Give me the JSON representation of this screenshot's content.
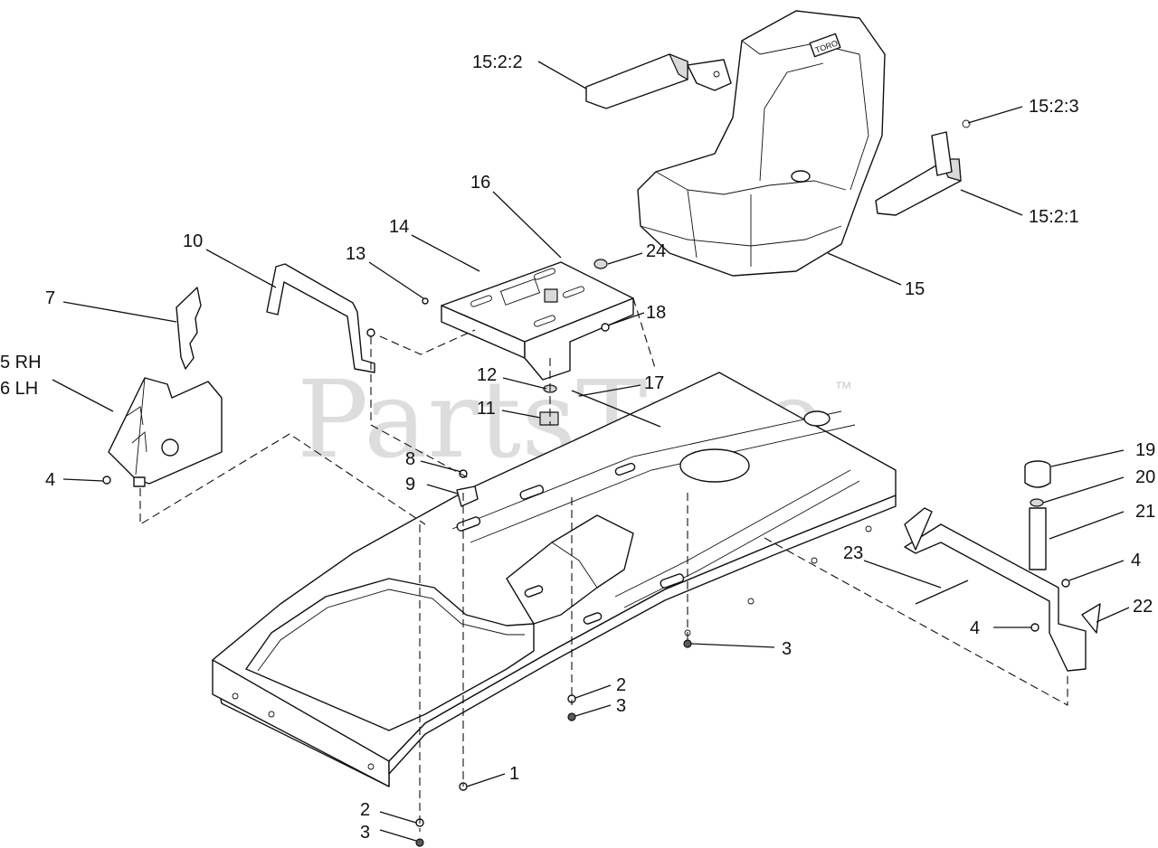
{
  "watermark": {
    "text": "PartsTree",
    "trademark": "™"
  },
  "seat_logo": "TORO",
  "callouts": [
    {
      "id": "c-15-2-2",
      "text": "15:2:2"
    },
    {
      "id": "c-15-2-3",
      "text": "15:2:3"
    },
    {
      "id": "c-15-2-1",
      "text": "15:2:1"
    },
    {
      "id": "c-15",
      "text": "15"
    },
    {
      "id": "c-16",
      "text": "16"
    },
    {
      "id": "c-14",
      "text": "14"
    },
    {
      "id": "c-24",
      "text": "24"
    },
    {
      "id": "c-10",
      "text": "10"
    },
    {
      "id": "c-13",
      "text": "13"
    },
    {
      "id": "c-18",
      "text": "18"
    },
    {
      "id": "c-7",
      "text": "7"
    },
    {
      "id": "c-5rh",
      "text": "5 RH"
    },
    {
      "id": "c-6lh",
      "text": "6 LH"
    },
    {
      "id": "c-12",
      "text": "12"
    },
    {
      "id": "c-17",
      "text": "17"
    },
    {
      "id": "c-11",
      "text": "11"
    },
    {
      "id": "c-8",
      "text": "8"
    },
    {
      "id": "c-9",
      "text": "9"
    },
    {
      "id": "c-4a",
      "text": "4"
    },
    {
      "id": "c-19",
      "text": "19"
    },
    {
      "id": "c-20",
      "text": "20"
    },
    {
      "id": "c-21",
      "text": "21"
    },
    {
      "id": "c-23",
      "text": "23"
    },
    {
      "id": "c-4b",
      "text": "4"
    },
    {
      "id": "c-22",
      "text": "22"
    },
    {
      "id": "c-4c",
      "text": "4"
    },
    {
      "id": "c-3a",
      "text": "3"
    },
    {
      "id": "c-2a",
      "text": "2"
    },
    {
      "id": "c-3b",
      "text": "3"
    },
    {
      "id": "c-1",
      "text": "1"
    },
    {
      "id": "c-2b",
      "text": "2"
    },
    {
      "id": "c-3c",
      "text": "3"
    }
  ]
}
